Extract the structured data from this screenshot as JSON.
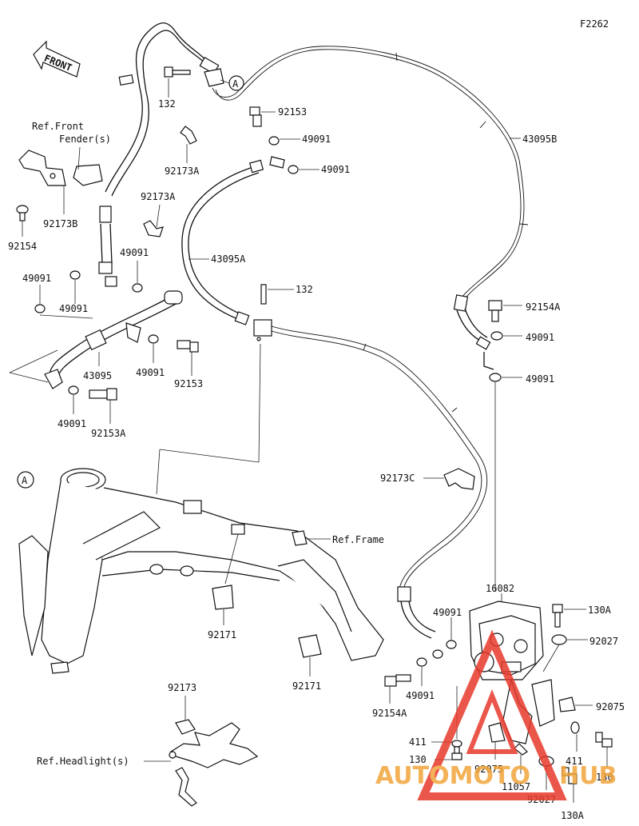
{
  "figure_code": "F2262",
  "front_badge": "FRONT",
  "labels": {
    "l132a": "132",
    "l92153a": "92153",
    "l49091a": "49091",
    "l49091b": "49091",
    "l43095b": "43095B",
    "lref_fender": "Ref.Front",
    "lref_fender2": "Fender(s)",
    "l92173b": "92173B",
    "l92154": "92154",
    "l92173a1": "92173A",
    "l92173a2": "92173A",
    "l43095a": "43095A",
    "l132b": "132",
    "l49091c": "49091",
    "l49091d": "49091",
    "l49091e": "49091",
    "l43095": "43095",
    "l49091f": "49091",
    "l92153b": "92153",
    "l49091g": "49091",
    "l92153a_b": "92153A",
    "l92154a1": "92154A",
    "l49091h": "49091",
    "l49091i": "49091",
    "l92173c": "92173C",
    "lref_frame": "Ref.Frame",
    "l92171a": "92171",
    "l92171b": "92171",
    "l16082": "16082",
    "l130a1": "130A",
    "l92027a": "92027",
    "l49091j": "49091",
    "l92154a2": "92154A",
    "l49091k": "49091",
    "l92075a": "92075",
    "l411a": "411",
    "l411b": "411",
    "l130a": "130",
    "l130b": "130",
    "l92075b": "92075",
    "l11057": "11057",
    "l92027b": "92027",
    "l130a2": "130A",
    "l92173": "92173",
    "lref_headlight": "Ref.Headlight(s)"
  },
  "callouts": {
    "a_top": "A",
    "a_frame": "A"
  },
  "watermark": {
    "text_left": "AUTOMOTO",
    "text_right": "HUB",
    "color": "#e8392c",
    "color_accent": "#f2a53a"
  }
}
